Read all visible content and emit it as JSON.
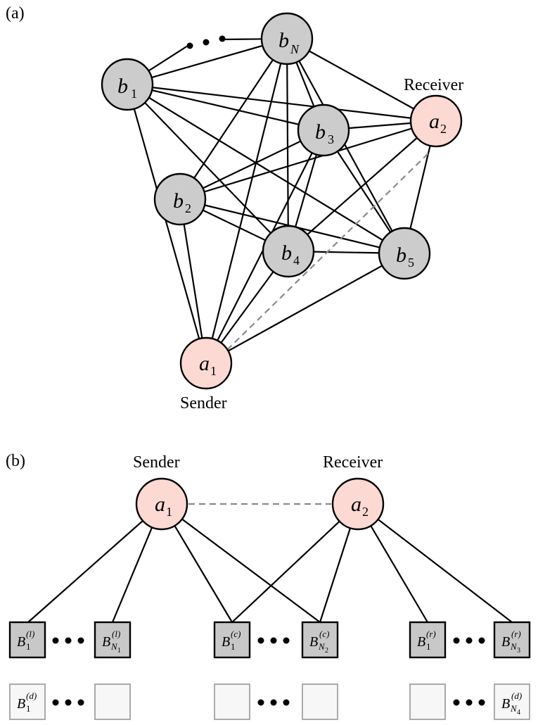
{
  "panel_a": {
    "label": "(a)",
    "sender_caption": "Sender",
    "receiver_caption": "Receiver",
    "nodes": {
      "b1": {
        "main": "b",
        "sub": "1"
      },
      "bN": {
        "main": "b",
        "sub": "N"
      },
      "b2": {
        "main": "b",
        "sub": "2"
      },
      "b3": {
        "main": "b",
        "sub": "3"
      },
      "b4": {
        "main": "b",
        "sub": "4"
      },
      "b5": {
        "main": "b",
        "sub": "5"
      },
      "a1": {
        "main": "a",
        "sub": "1"
      },
      "a2": {
        "main": "a",
        "sub": "2"
      }
    }
  },
  "panel_b": {
    "label": "(b)",
    "sender_caption": "Sender",
    "receiver_caption": "Receiver",
    "nodes": {
      "a1": {
        "main": "a",
        "sub": "1"
      },
      "a2": {
        "main": "a",
        "sub": "2"
      }
    },
    "boxes": {
      "l1": {
        "main": "B",
        "sup": "(l)",
        "sub": "1",
        "subsub": ""
      },
      "lN": {
        "main": "B",
        "sup": "(l)",
        "sub": "N",
        "subsub": "1"
      },
      "c1": {
        "main": "B",
        "sup": "(c)",
        "sub": "1",
        "subsub": ""
      },
      "cN": {
        "main": "B",
        "sup": "(c)",
        "sub": "N",
        "subsub": "2"
      },
      "r1": {
        "main": "B",
        "sup": "(r)",
        "sub": "1",
        "subsub": ""
      },
      "rN": {
        "main": "B",
        "sup": "(r)",
        "sub": "N",
        "subsub": "3"
      },
      "d1": {
        "main": "B",
        "sup": "(d)",
        "sub": "1",
        "subsub": ""
      },
      "dN": {
        "main": "B",
        "sup": "(d)",
        "sub": "N",
        "subsub": "4"
      }
    }
  }
}
